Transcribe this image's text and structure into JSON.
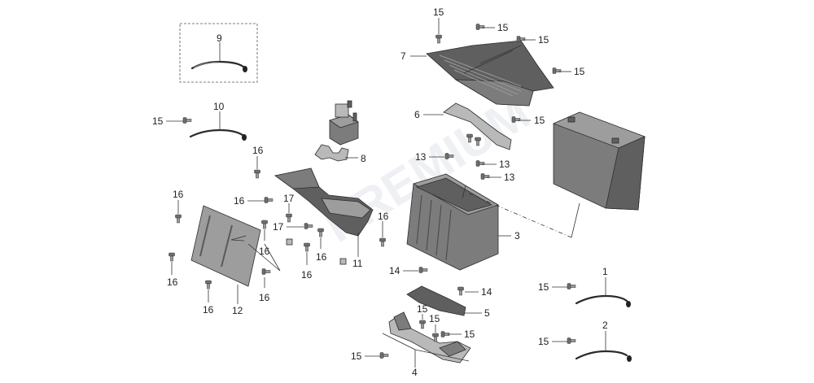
{
  "diagram": {
    "labels": {
      "p1": "1",
      "p2": "2",
      "p3": "3",
      "p4": "4",
      "p5": "5",
      "p6": "6",
      "p7": "7",
      "p8": "8",
      "p9": "9",
      "p10": "10",
      "p11": "11",
      "p12": "12",
      "p13": "13",
      "p14": "14",
      "p15": "15",
      "p16": "16",
      "p17": "17"
    },
    "watermark": "PREMIUM"
  }
}
